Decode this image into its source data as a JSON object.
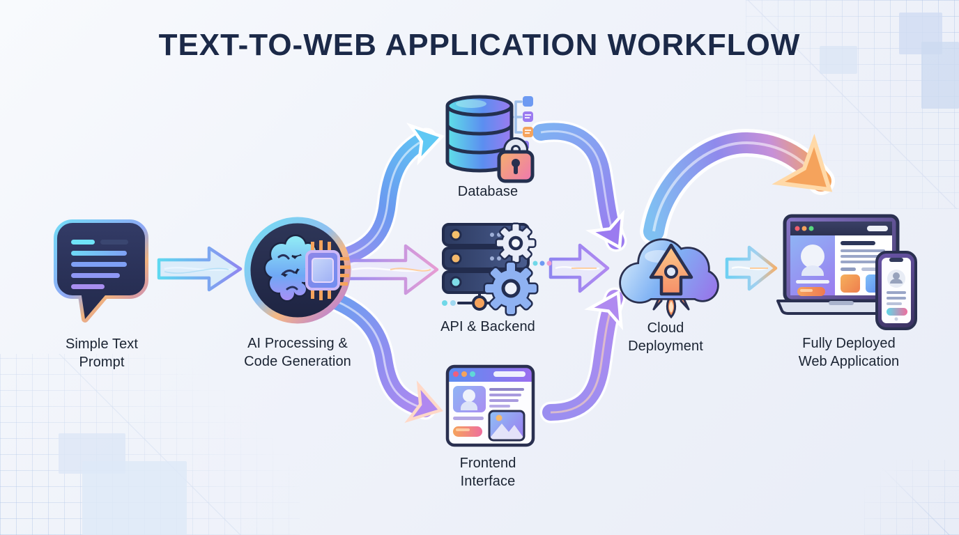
{
  "title": "TEXT-TO-WEB APPLICATION WORKFLOW",
  "nodes": [
    {
      "id": "simple-text-prompt",
      "icon": "chat-bubble-icon",
      "lines": [
        "Simple Text",
        "Prompt"
      ]
    },
    {
      "id": "ai-processing",
      "icon": "ai-brain-chip-icon",
      "lines": [
        "AI Processing &",
        "Code Generation"
      ]
    },
    {
      "id": "database",
      "icon": "database-lock-icon",
      "lines": [
        "Database"
      ]
    },
    {
      "id": "api-backend",
      "icon": "server-gears-icon",
      "lines": [
        "API & Backend"
      ]
    },
    {
      "id": "frontend-interface",
      "icon": "browser-window-icon",
      "lines": [
        "Frontend",
        "Interface"
      ]
    },
    {
      "id": "cloud-deployment",
      "icon": "cloud-upload-rocket-icon",
      "lines": [
        "Cloud",
        "Deployment"
      ]
    },
    {
      "id": "deployed-app",
      "icon": "laptop-phone-icon",
      "lines": [
        "Fully Deployed",
        "Web Application"
      ]
    }
  ],
  "edges": [
    {
      "from": "simple-text-prompt",
      "to": "ai-processing",
      "style": "straight-outlined-arrow"
    },
    {
      "from": "ai-processing",
      "to": "database",
      "style": "s-curve-up-tube"
    },
    {
      "from": "ai-processing",
      "to": "api-backend",
      "style": "straight-outlined-arrow"
    },
    {
      "from": "ai-processing",
      "to": "frontend-interface",
      "style": "s-curve-down-tube"
    },
    {
      "from": "database",
      "to": "cloud-deployment",
      "style": "s-curve-down-tube"
    },
    {
      "from": "api-backend",
      "to": "cloud-deployment",
      "style": "straight-outlined-arrow"
    },
    {
      "from": "frontend-interface",
      "to": "cloud-deployment",
      "style": "s-curve-up-tube"
    },
    {
      "from": "cloud-deployment",
      "to": "deployed-app",
      "style": "straight-outlined-arrow"
    },
    {
      "from": "cloud-deployment",
      "to": "deployed-app",
      "style": "large-arc-over-top"
    }
  ],
  "colors": {
    "background": "#eef1f9",
    "grid": "#c9d6ee",
    "title": "#1b2948",
    "label": "#1a2332",
    "cyan": "#5fd8f4",
    "blue": "#5b8ef0",
    "purple": "#9b7bf0",
    "pink": "#ef6e9e",
    "orange": "#f5a35c",
    "navy": "#24304f"
  }
}
